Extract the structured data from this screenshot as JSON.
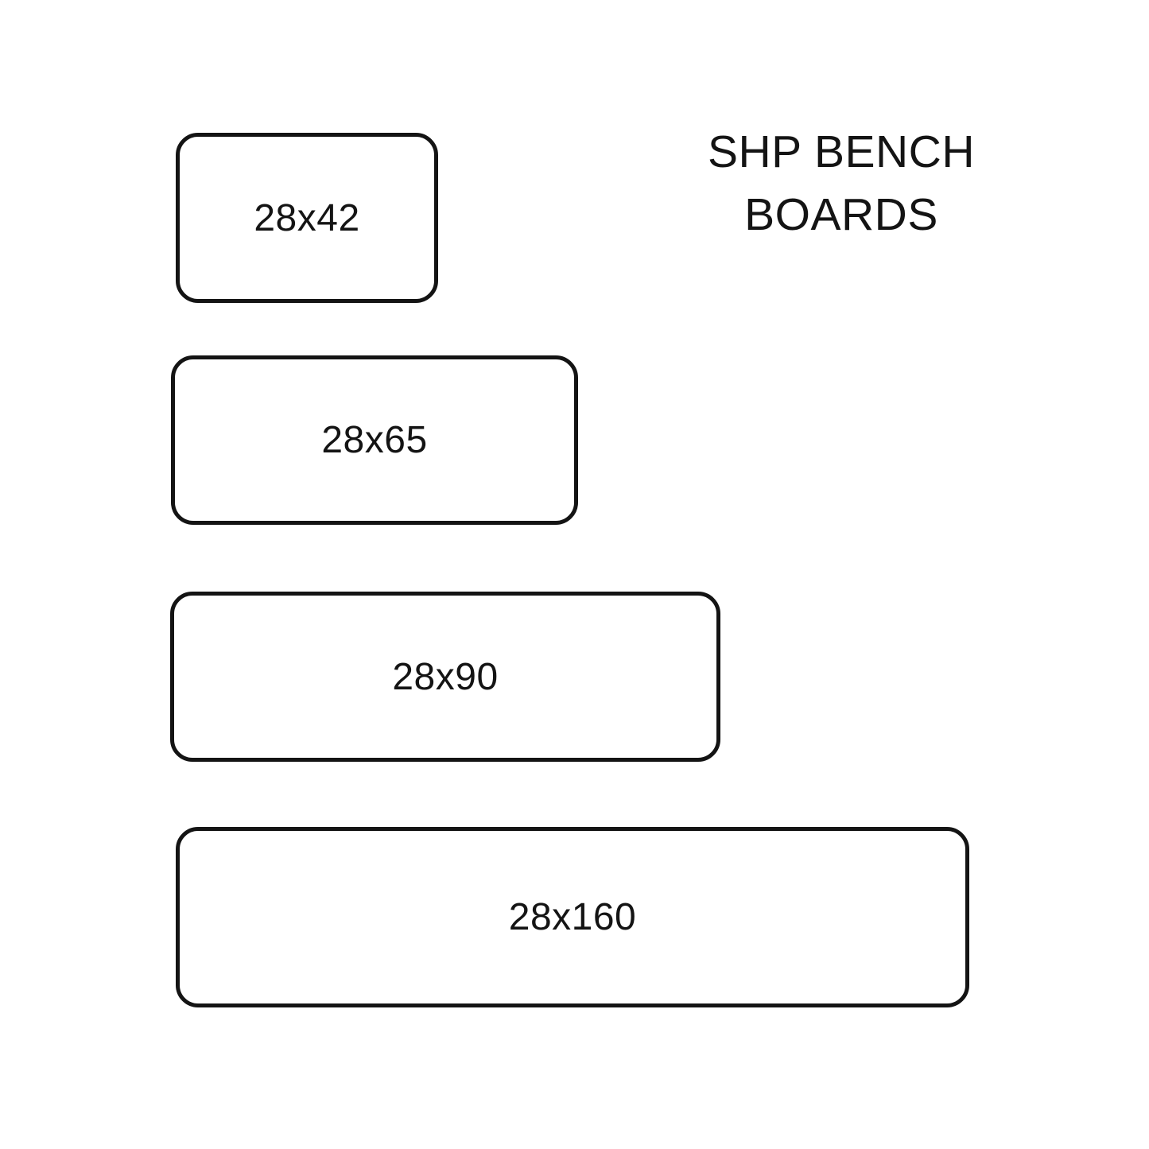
{
  "diagram": {
    "title_line1": "SHP BENCH",
    "title_line2": "BOARDS",
    "boards": [
      {
        "label": "28x42",
        "thickness_mm": 28,
        "width_mm": 42
      },
      {
        "label": "28x65",
        "thickness_mm": 28,
        "width_mm": 65
      },
      {
        "label": "28x90",
        "thickness_mm": 28,
        "width_mm": 90
      },
      {
        "label": "28x160",
        "thickness_mm": 28,
        "width_mm": 160
      }
    ]
  },
  "colors": {
    "outline": "#141414",
    "text": "#141414",
    "background": "#ffffff"
  }
}
